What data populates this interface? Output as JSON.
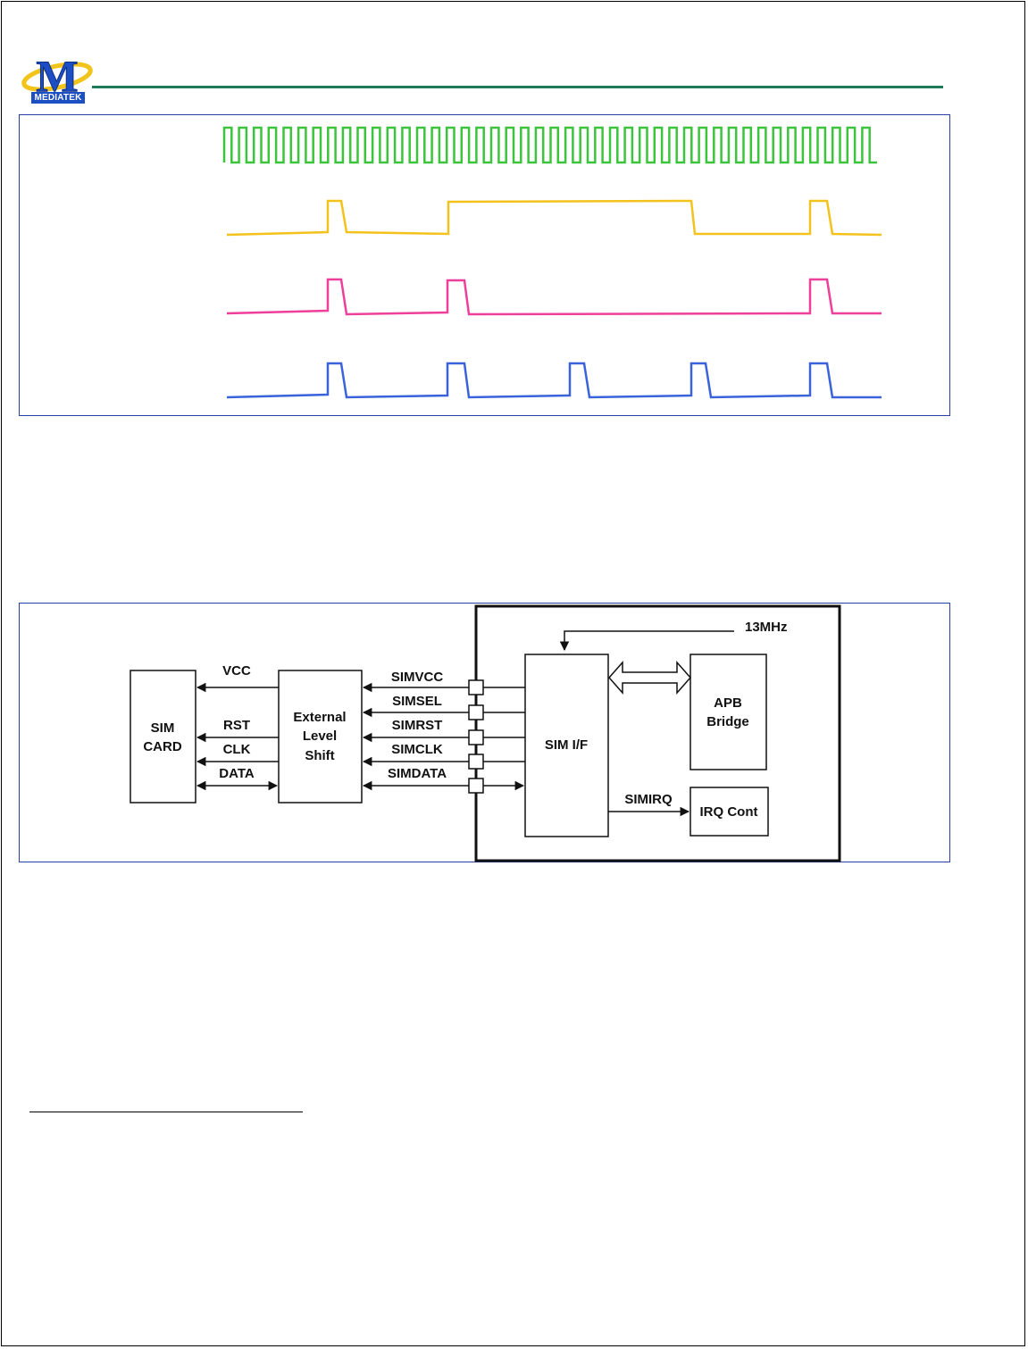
{
  "header": {
    "logo_letter": "M",
    "logo_label": "MEDIATEK",
    "rule_color": "#1f7a5a"
  },
  "timing_diagram": {
    "colors": {
      "clock": "#3cc43c",
      "trace_yellow": "#f3c21c",
      "trace_pink": "#ee3f9a",
      "trace_blue": "#3a63db"
    }
  },
  "block_diagram": {
    "sim_card": [
      "SIM",
      "CARD"
    ],
    "level_shift": [
      "External",
      "Level",
      "Shift"
    ],
    "card_signals": {
      "vcc": "VCC",
      "rst": "RST",
      "clk": "CLK",
      "data": "DATA"
    },
    "chip_signals": {
      "simvcc": "SIMVCC",
      "simsel": "SIMSEL",
      "simrst": "SIMRST",
      "simclk": "SIMCLK",
      "simdata": "SIMDATA"
    },
    "clock_source": "13MHz",
    "sim_if": "SIM I/F",
    "apb_bridge": [
      "APB",
      "Bridge"
    ],
    "irq_signal": "SIMIRQ",
    "irq_cont": "IRQ Cont"
  }
}
